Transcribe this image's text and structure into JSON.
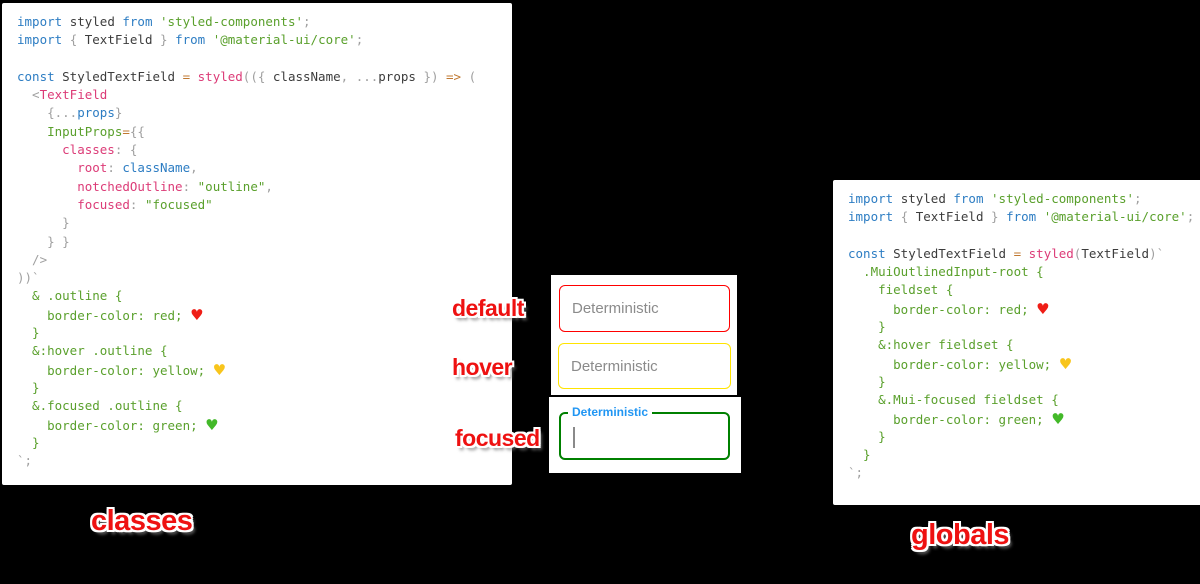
{
  "colors": {
    "default_border": "#ff0000",
    "hover_border": "#ffff00",
    "focused_border": "#008000",
    "focused_label_blue": "#2196f3",
    "annotation_red": "#ee1111",
    "keyword_blue": "#2d7dc3",
    "string_green": "#5aa02c",
    "function_pink": "#dc3b77",
    "operator_orange": "#c07830"
  },
  "labels": {
    "default": "default",
    "hover": "hover",
    "focused": "focused",
    "left_caption": "classes",
    "right_caption": "globals"
  },
  "fields": {
    "default": {
      "placeholder": "Deterministic",
      "border": "red"
    },
    "hover": {
      "placeholder": "Deterministic",
      "border": "yellow"
    },
    "focused": {
      "label": "Deterministic",
      "border": "green"
    }
  },
  "left_code": {
    "lines": [
      [
        [
          "kw",
          "import "
        ],
        [
          "pln",
          "styled "
        ],
        [
          "kw",
          "from "
        ],
        [
          "grn",
          "'styled-components'"
        ],
        [
          "pun",
          ";"
        ]
      ],
      [
        [
          "kw",
          "import "
        ],
        [
          "pun",
          "{ "
        ],
        [
          "pln",
          "TextField "
        ],
        [
          "pun",
          "} "
        ],
        [
          "kw",
          "from "
        ],
        [
          "grn",
          "'@material-ui/core'"
        ],
        [
          "pun",
          ";"
        ]
      ],
      [],
      [
        [
          "kw",
          "const "
        ],
        [
          "pln",
          "StyledTextField "
        ],
        [
          "org",
          "= "
        ],
        [
          "pnk",
          "styled"
        ],
        [
          "pun",
          "(({ "
        ],
        [
          "pln",
          "className"
        ],
        [
          "pun",
          ", ..."
        ],
        [
          "pln",
          "props"
        ],
        [
          "pun",
          " }) "
        ],
        [
          "org",
          "=> "
        ],
        [
          "pun",
          "("
        ]
      ],
      [
        [
          "pun",
          "  <"
        ],
        [
          "pnk",
          "TextField"
        ]
      ],
      [
        [
          "pun",
          "    {..."
        ],
        [
          "blu",
          "props"
        ],
        [
          "pun",
          "}"
        ]
      ],
      [
        [
          "grn",
          "    InputProps"
        ],
        [
          "org",
          "="
        ],
        [
          "pun",
          "{{"
        ]
      ],
      [
        [
          "pnk",
          "      classes"
        ],
        [
          "pun",
          ": {"
        ]
      ],
      [
        [
          "pnk",
          "        root"
        ],
        [
          "pun",
          ": "
        ],
        [
          "blu",
          "className"
        ],
        [
          "pun",
          ","
        ]
      ],
      [
        [
          "pnk",
          "        notchedOutline"
        ],
        [
          "pun",
          ": "
        ],
        [
          "grn",
          "\"outline\""
        ],
        [
          "pun",
          ","
        ]
      ],
      [
        [
          "pnk",
          "        focused"
        ],
        [
          "pun",
          ": "
        ],
        [
          "grn",
          "\"focused\""
        ]
      ],
      [
        [
          "pun",
          "      }"
        ]
      ],
      [
        [
          "pun",
          "    } }"
        ]
      ],
      [
        [
          "pun",
          "  />"
        ]
      ],
      [
        [
          "pun",
          "))`"
        ]
      ],
      [
        [
          "grn",
          "  & .outline {"
        ]
      ],
      [
        [
          "grn",
          "    border-color: red; "
        ],
        [
          "hr",
          "♥"
        ]
      ],
      [
        [
          "grn",
          "  }"
        ]
      ],
      [
        [
          "grn",
          "  &:hover .outline {"
        ]
      ],
      [
        [
          "grn",
          "    border-color: yellow; "
        ],
        [
          "hy",
          "♥"
        ]
      ],
      [
        [
          "grn",
          "  }"
        ]
      ],
      [
        [
          "grn",
          "  &.focused .outline {"
        ]
      ],
      [
        [
          "grn",
          "    border-color: green; "
        ],
        [
          "hg",
          "♥"
        ]
      ],
      [
        [
          "grn",
          "  }"
        ]
      ],
      [
        [
          "pun",
          "`;"
        ]
      ]
    ]
  },
  "right_code": {
    "lines": [
      [
        [
          "kw",
          "import "
        ],
        [
          "pln",
          "styled "
        ],
        [
          "kw",
          "from "
        ],
        [
          "grn",
          "'styled-components'"
        ],
        [
          "pun",
          ";"
        ]
      ],
      [
        [
          "kw",
          "import "
        ],
        [
          "pun",
          "{ "
        ],
        [
          "pln",
          "TextField "
        ],
        [
          "pun",
          "} "
        ],
        [
          "kw",
          "from "
        ],
        [
          "grn",
          "'@material-ui/core'"
        ],
        [
          "pun",
          ";"
        ]
      ],
      [],
      [
        [
          "kw",
          "const "
        ],
        [
          "pln",
          "StyledTextField "
        ],
        [
          "org",
          "= "
        ],
        [
          "pnk",
          "styled"
        ],
        [
          "pun",
          "("
        ],
        [
          "pln",
          "TextField"
        ],
        [
          "pun",
          ")`"
        ]
      ],
      [
        [
          "grn",
          "  .MuiOutlinedInput-root {"
        ]
      ],
      [
        [
          "grn",
          "    fieldset {"
        ]
      ],
      [
        [
          "grn",
          "      border-color: red; "
        ],
        [
          "hr",
          "♥"
        ]
      ],
      [
        [
          "grn",
          "    }"
        ]
      ],
      [
        [
          "grn",
          "    &:hover fieldset {"
        ]
      ],
      [
        [
          "grn",
          "      border-color: yellow; "
        ],
        [
          "hy",
          "♥"
        ]
      ],
      [
        [
          "grn",
          "    }"
        ]
      ],
      [
        [
          "grn",
          "    &.Mui-focused fieldset {"
        ]
      ],
      [
        [
          "grn",
          "      border-color: green; "
        ],
        [
          "hg",
          "♥"
        ]
      ],
      [
        [
          "grn",
          "    }"
        ]
      ],
      [
        [
          "grn",
          "  }"
        ]
      ],
      [
        [
          "pun",
          "`;"
        ]
      ]
    ]
  }
}
